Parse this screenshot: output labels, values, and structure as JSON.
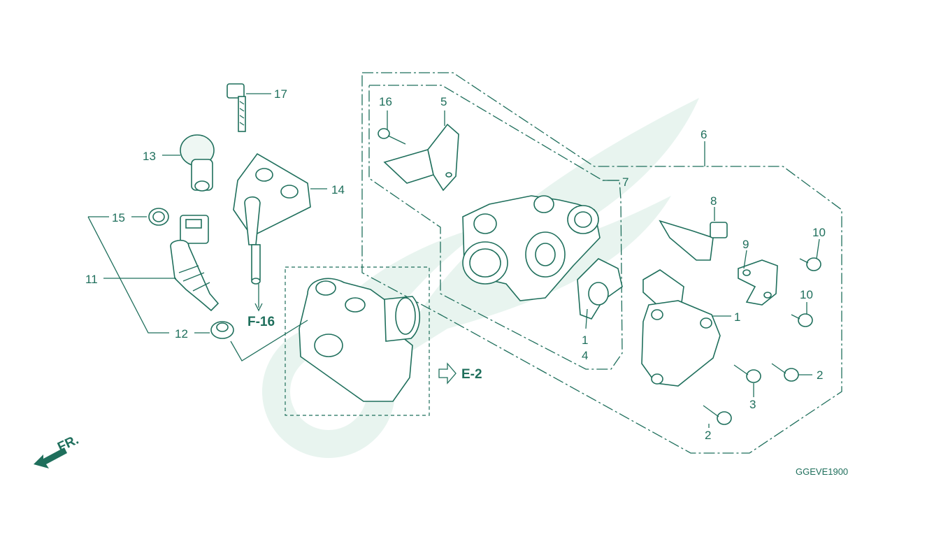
{
  "diagram": {
    "drawing_code": "GGEVE1900",
    "front_indicator": "FR.",
    "references": [
      {
        "id": "f16",
        "text": "F-16"
      },
      {
        "id": "e2",
        "text": "E-2"
      }
    ],
    "callouts": [
      {
        "id": "c17",
        "text": "17"
      },
      {
        "id": "c13",
        "text": "13"
      },
      {
        "id": "c14",
        "text": "14"
      },
      {
        "id": "c15",
        "text": "15"
      },
      {
        "id": "c11",
        "text": "11"
      },
      {
        "id": "c12",
        "text": "12"
      },
      {
        "id": "c16",
        "text": "16"
      },
      {
        "id": "c5",
        "text": "5"
      },
      {
        "id": "c6",
        "text": "6"
      },
      {
        "id": "c7",
        "text": "7"
      },
      {
        "id": "c8",
        "text": "8"
      },
      {
        "id": "c9",
        "text": "9"
      },
      {
        "id": "c10a",
        "text": "10"
      },
      {
        "id": "c10b",
        "text": "10"
      },
      {
        "id": "c1a",
        "text": "1"
      },
      {
        "id": "c1b",
        "text": "1"
      },
      {
        "id": "c4",
        "text": "4"
      },
      {
        "id": "c2a",
        "text": "2"
      },
      {
        "id": "c2b",
        "text": "2"
      },
      {
        "id": "c3",
        "text": "3"
      }
    ],
    "colors": {
      "line": "#1f6f5c",
      "watermark": "#e8f4ef"
    }
  }
}
